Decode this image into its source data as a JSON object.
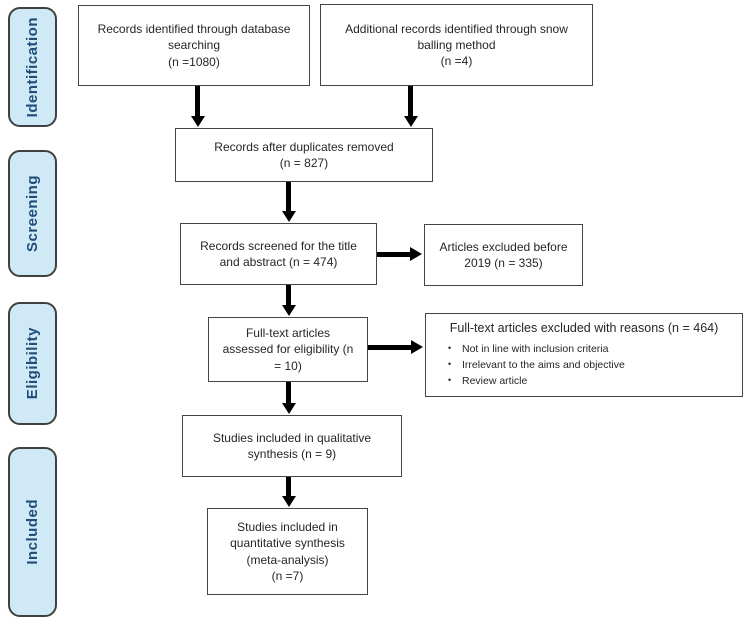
{
  "stages": [
    {
      "label": "Identification"
    },
    {
      "label": "Screening"
    },
    {
      "label": "Eligibility"
    },
    {
      "label": "Included"
    }
  ],
  "boxes": {
    "database": {
      "text": "Records identified through database\nsearching\n(n =1080)"
    },
    "snowballing": {
      "text": "Additional records identified through snow\nballing method\n(n =4)"
    },
    "duplicates": {
      "text": "Records after duplicates removed\n(n = 827)"
    },
    "screened": {
      "text": "Records screened for the title\nand abstract (n = 474)"
    },
    "excluded_before": {
      "text": "Articles excluded before\n2019 (n = 335)"
    },
    "fulltext": {
      "text": "Full-text articles\nassessed for eligibility (n\n= 10)"
    },
    "fulltext_excluded": {
      "title": "Full-text articles excluded with reasons (n = 464)",
      "bullets": [
        "Not in line with inclusion criteria",
        "Irrelevant to the aims and objective",
        "Review article"
      ]
    },
    "qualitative": {
      "text": "Studies included in qualitative\nsynthesis (n = 9)"
    },
    "quantitative": {
      "text": "Studies included in\nquantitative synthesis\n(meta-analysis)\n(n =7)"
    }
  },
  "colors": {
    "stage_fill": "#cfe9f7",
    "stage_text": "#1f4e79",
    "box_border": "#464646",
    "arrow": "#000000"
  }
}
